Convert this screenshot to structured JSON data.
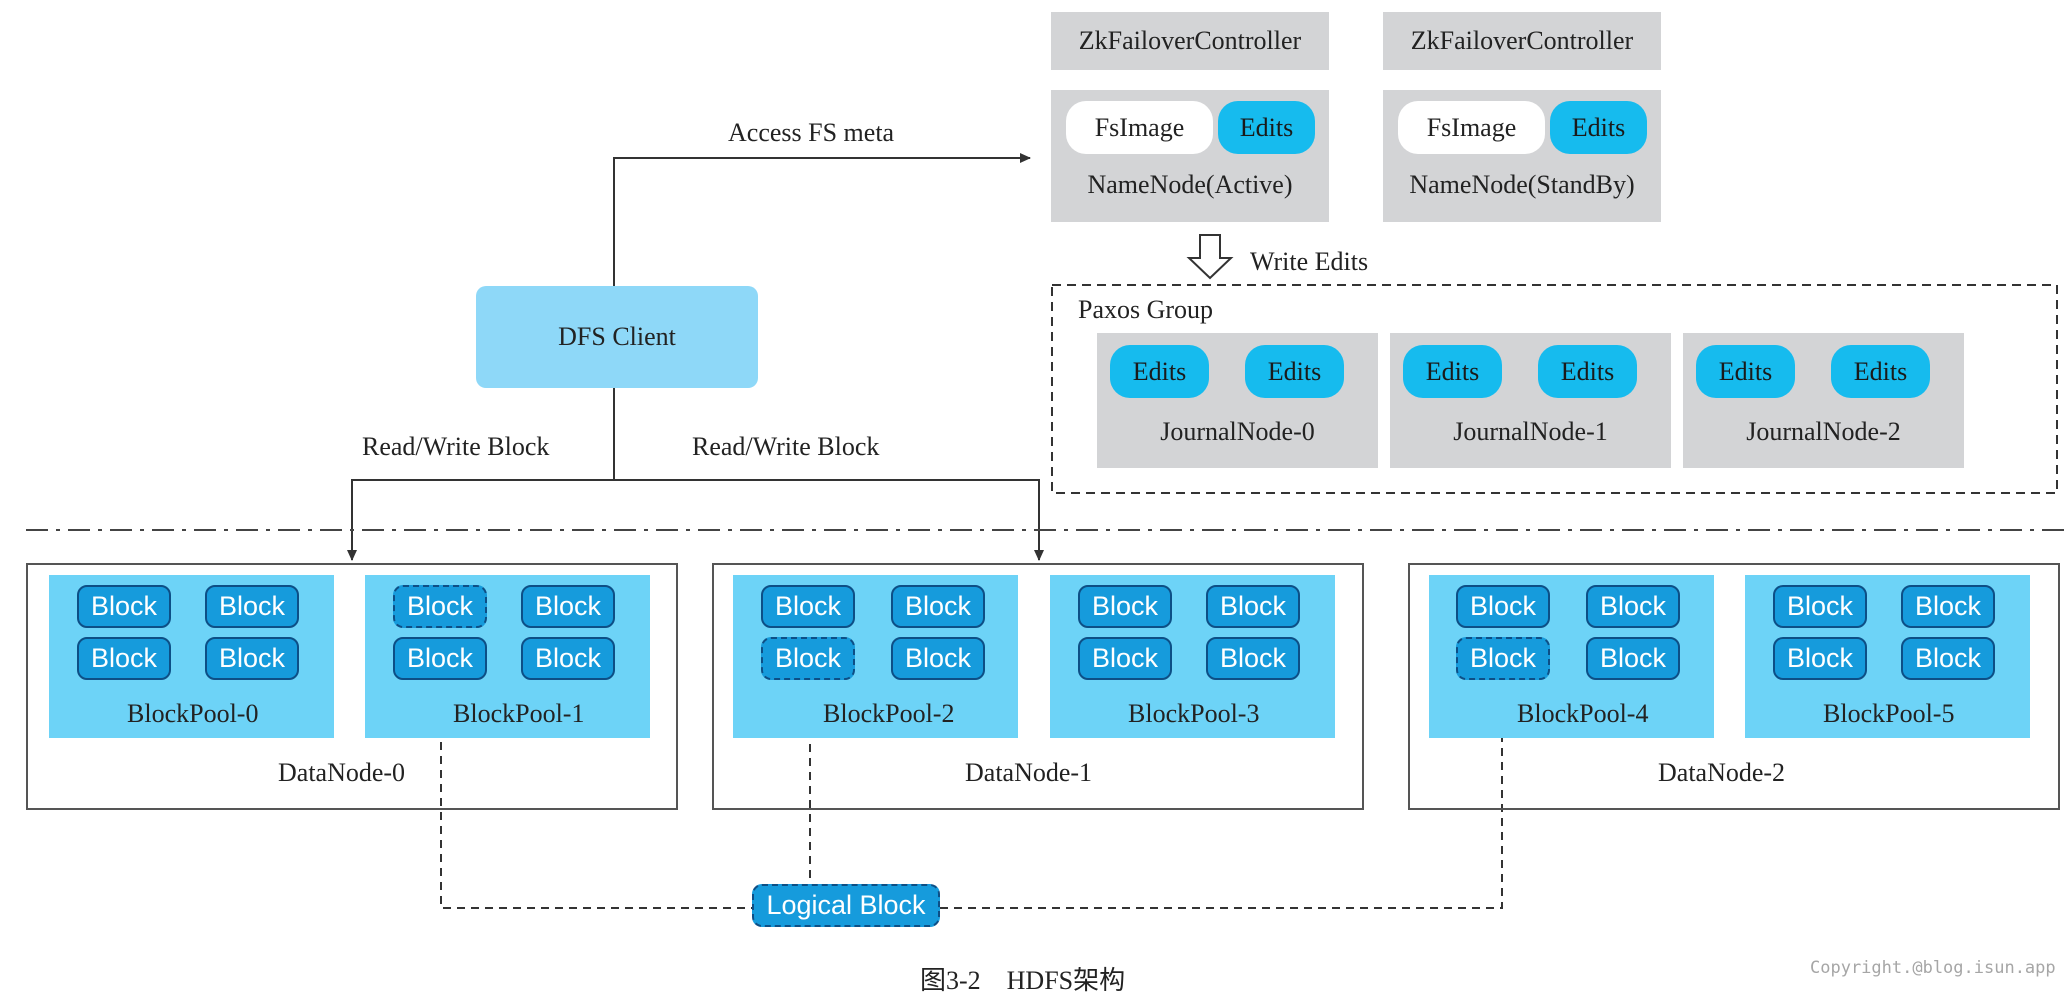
{
  "zkfc": [
    "ZkFailoverController",
    "ZkFailoverController"
  ],
  "namenodes": [
    {
      "fsimage": "FsImage",
      "edits": "Edits",
      "label": "NameNode(Active)"
    },
    {
      "fsimage": "FsImage",
      "edits": "Edits",
      "label": "NameNode(StandBy)"
    }
  ],
  "arrows": {
    "access": "Access FS meta",
    "write_edits": "Write Edits",
    "read_write_left": "Read/Write Block",
    "read_write_right": "Read/Write Block"
  },
  "client": "DFS Client",
  "paxos": {
    "label": "Paxos Group",
    "journalnodes": [
      {
        "label": "JournalNode-0",
        "edits": [
          "Edits",
          "Edits"
        ]
      },
      {
        "label": "JournalNode-1",
        "edits": [
          "Edits",
          "Edits"
        ]
      },
      {
        "label": "JournalNode-2",
        "edits": [
          "Edits",
          "Edits"
        ]
      }
    ]
  },
  "datanodes": [
    {
      "label": "DataNode-0",
      "pools": [
        {
          "label": "BlockPool-0",
          "blocks": [
            "Block",
            "Block",
            "Block",
            "Block"
          ]
        },
        {
          "label": "BlockPool-1",
          "blocks": [
            "Block",
            "Block",
            "Block",
            "Block"
          ]
        }
      ]
    },
    {
      "label": "DataNode-1",
      "pools": [
        {
          "label": "BlockPool-2",
          "blocks": [
            "Block",
            "Block",
            "Block",
            "Block"
          ]
        },
        {
          "label": "BlockPool-3",
          "blocks": [
            "Block",
            "Block",
            "Block",
            "Block"
          ]
        }
      ]
    },
    {
      "label": "DataNode-2",
      "pools": [
        {
          "label": "BlockPool-4",
          "blocks": [
            "Block",
            "Block",
            "Block",
            "Block"
          ]
        },
        {
          "label": "BlockPool-5",
          "blocks": [
            "Block",
            "Block",
            "Block",
            "Block"
          ]
        }
      ]
    }
  ],
  "logical_block": "Logical Block",
  "caption": "图3-2　HDFS架构",
  "watermark": "Copyright.@blog.isun.app"
}
